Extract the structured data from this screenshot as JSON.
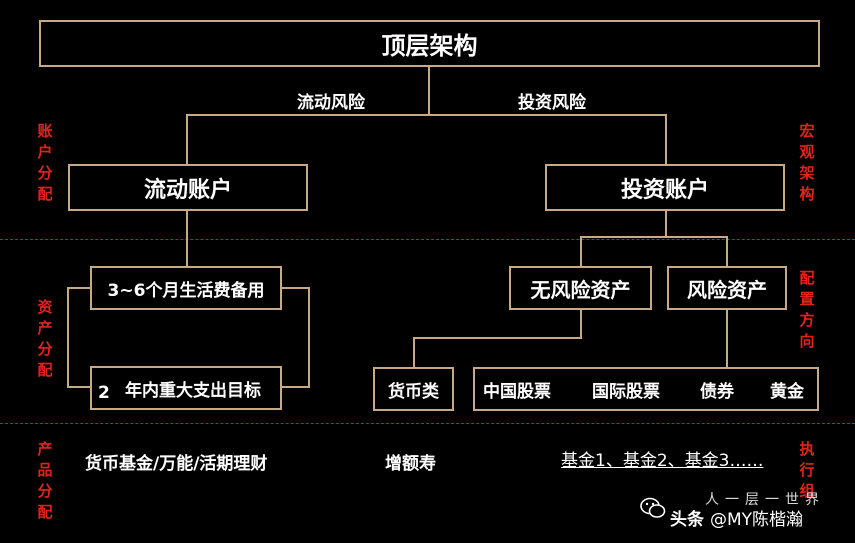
{
  "top": {
    "title": "顶层架构"
  },
  "branches": {
    "left": "流动风险",
    "right": "投资风险"
  },
  "accounts": {
    "liquid": "流动账户",
    "invest": "投资账户"
  },
  "liquid_items": {
    "reserve": "3~6个月生活费备用",
    "goal_num": "2",
    "goal": "年内重大支出目标"
  },
  "invest_items": {
    "riskfree": "无风险资产",
    "risky": "风险资产",
    "money": "货币类",
    "stock_cn": "中国股票",
    "stock_intl": "国际股票",
    "bond": "债券",
    "gold": "黄金"
  },
  "products": {
    "p1": "货币基金/万能/活期理财",
    "p2": "增额寿",
    "p3": "基金1、基金2、基金3……"
  },
  "side_labels": {
    "left1": "账户分配",
    "left2": "资产分配",
    "left3": "产品分配",
    "right1": "宏观架构",
    "right2": "配置方向",
    "right3": "执行组"
  },
  "watermark": {
    "text1": "头条",
    "text2": "@MY陈楷瀚",
    "text3": "人一层一世界"
  },
  "colors": {
    "line": "#c8a985",
    "accent": "#e0241b",
    "background": "#000000"
  }
}
